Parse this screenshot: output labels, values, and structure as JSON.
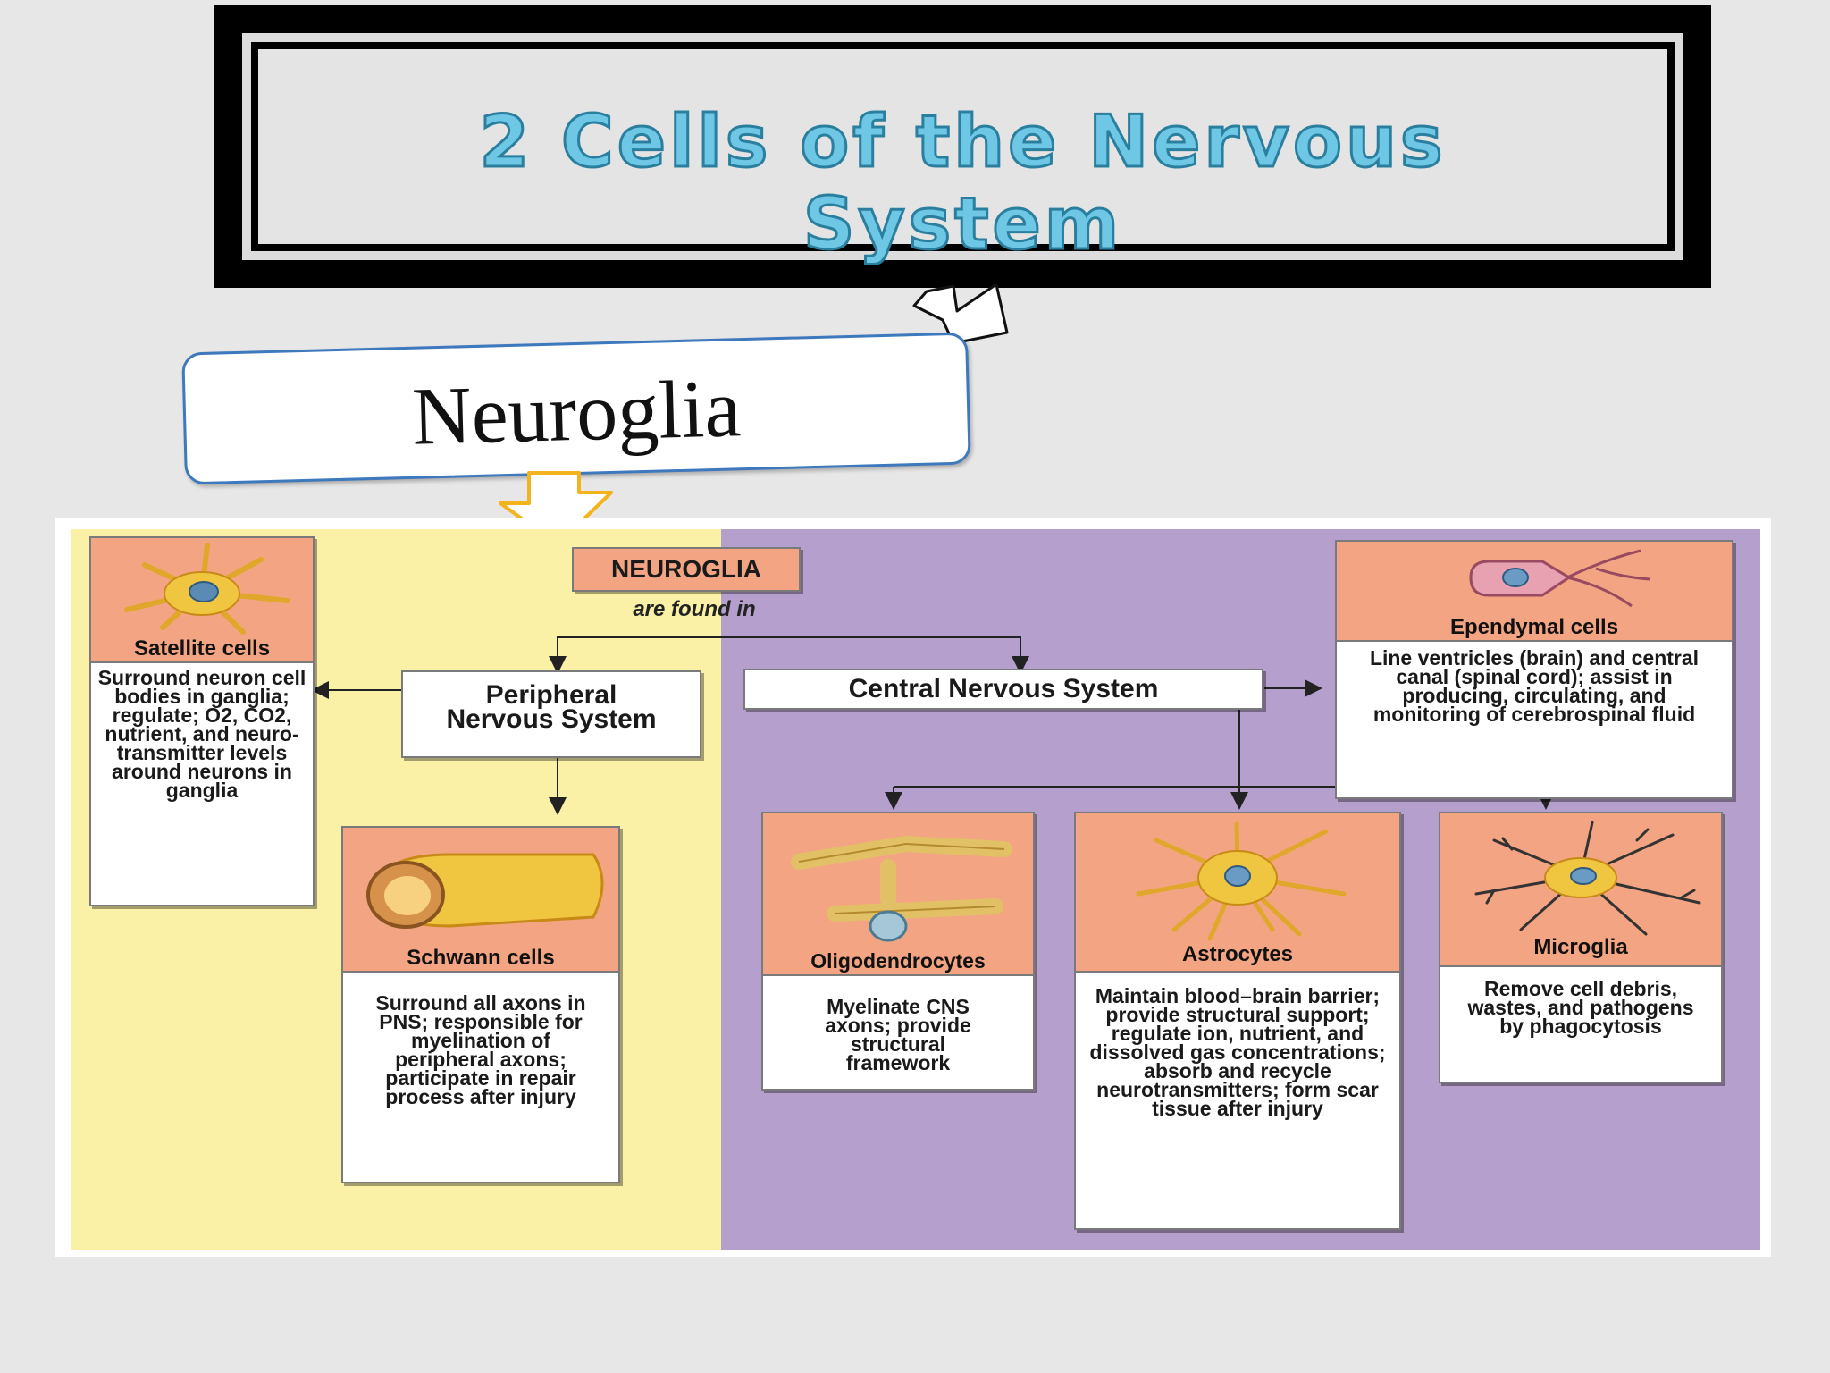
{
  "title": "2 Cells of the Nervous System",
  "callout": "Neuroglia",
  "diagram": {
    "root": "NEUROGLIA",
    "connector": "are found in",
    "pns": "Peripheral Nervous System",
    "cns": "Central Nervous System",
    "cells": {
      "satellite": {
        "label": "Satellite cells",
        "desc": "Surround neuron cell bodies in ganglia; regulate; O2, CO2, nutrient, and neuro-transmitter levels around neurons in ganglia"
      },
      "schwann": {
        "label": "Schwann cells",
        "desc": "Surround all axons in PNS; responsible for myelination of peripheral axons; participate in repair process after injury"
      },
      "ependymal": {
        "label": "Ependymal cells",
        "desc": "Line ventricles (brain) and central canal (spinal cord); assist in producing, circulating, and monitoring of cerebrospinal fluid"
      },
      "oligodendrocytes": {
        "label": "Oligodendrocytes",
        "desc": "Myelinate CNS axons; provide structural framework"
      },
      "astrocytes": {
        "label": "Astrocytes",
        "desc": "Maintain blood–brain barrier; provide structural support; regulate ion, nutrient, and dissolved gas concentrations; absorb and recycle neurotransmitters; form scar tissue after injury"
      },
      "microglia": {
        "label": "Microglia",
        "desc": "Remove cell debris, wastes, and pathogens by phagocytosis"
      }
    }
  },
  "colors": {
    "pns_zone": "#faf0a6",
    "cns_zone": "#b59fcc",
    "cell_header": "#f3a583",
    "title_text": "#6fc7e6",
    "callout_border": "#3e78bd",
    "arrow_yellow": "#f2b31d"
  }
}
